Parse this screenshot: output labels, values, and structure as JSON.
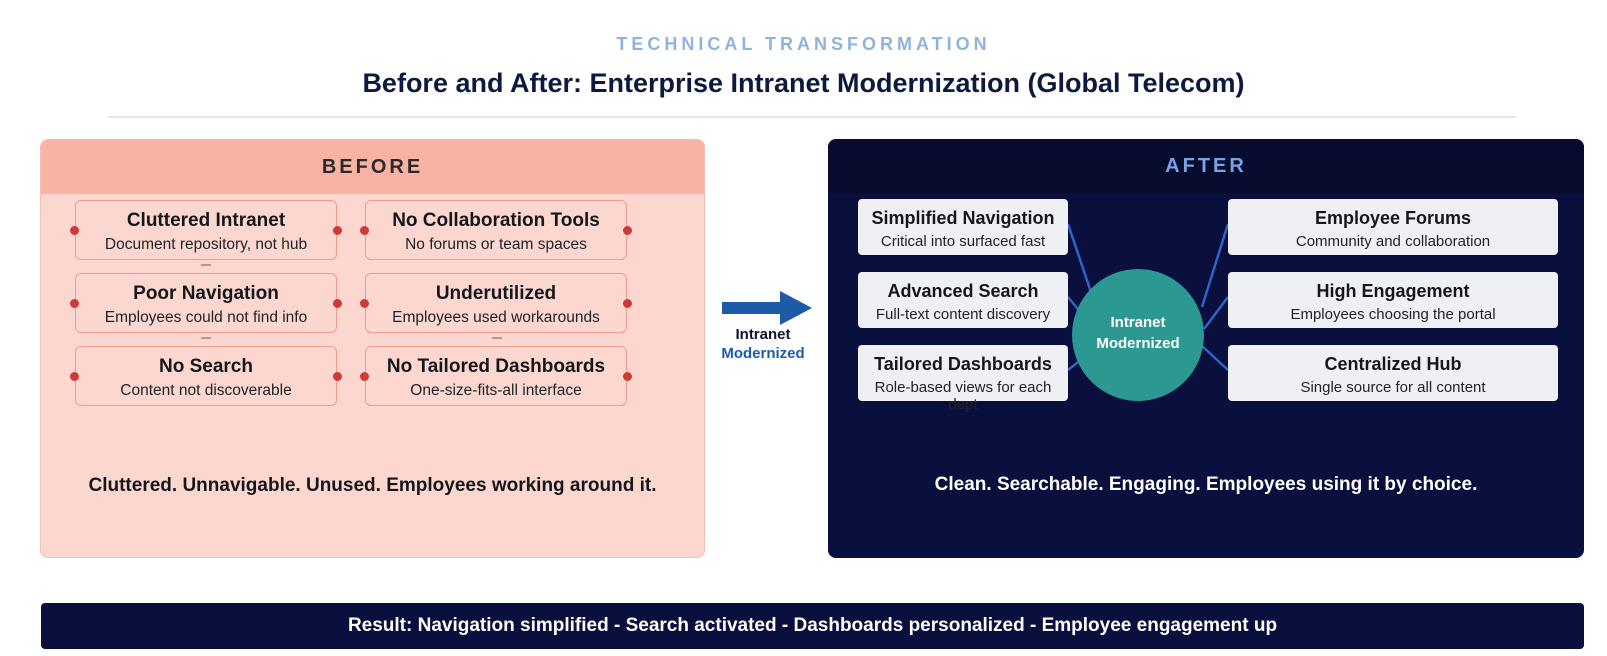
{
  "header": {
    "eyebrow": "TECHNICAL TRANSFORMATION",
    "title": "Before and After: Enterprise Intranet Modernization (Global Telecom)"
  },
  "before": {
    "label": "BEFORE",
    "boxes": [
      {
        "title": "Cluttered Intranet",
        "subtitle": "Document repository, not hub"
      },
      {
        "title": "No Collaboration Tools",
        "subtitle": "No forums or team spaces"
      },
      {
        "title": "Poor Navigation",
        "subtitle": "Employees could not find info"
      },
      {
        "title": "Underutilized",
        "subtitle": "Employees used workarounds"
      },
      {
        "title": "No Search",
        "subtitle": "Content not discoverable"
      },
      {
        "title": "No Tailored Dashboards",
        "subtitle": "One-size-fits-all interface"
      }
    ],
    "caption": "Cluttered. Unnavigable. Unused. Employees working around it."
  },
  "transition": {
    "line1": "Intranet",
    "line2": "Modernized"
  },
  "after": {
    "label": "AFTER",
    "left_boxes": [
      {
        "title": "Simplified Navigation",
        "subtitle": "Critical into surfaced fast"
      },
      {
        "title": "Advanced Search",
        "subtitle": "Full-text content discovery"
      },
      {
        "title": "Tailored Dashboards",
        "subtitle": "Role-based views for each dept"
      }
    ],
    "right_boxes": [
      {
        "title": "Employee Forums",
        "subtitle": "Community and collaboration"
      },
      {
        "title": "High Engagement",
        "subtitle": "Employees choosing the portal"
      },
      {
        "title": "Centralized Hub",
        "subtitle": "Single source for all content"
      }
    ],
    "hub": {
      "line1": "Intranet",
      "line2": "Modernized"
    },
    "caption": "Clean. Searchable. Engaging. Employees using it by choice."
  },
  "result": "Result: Navigation simplified - Search activated - Dashboards personalized - Employee engagement up",
  "colors": {
    "before_bg": "#fcd7cf",
    "before_header": "#f9b3a5",
    "before_border": "#ef9b8e",
    "before_dot": "#cc3a3a",
    "after_bg": "#0a0f3d",
    "after_label": "#7aa2e6",
    "hub": "#2b9892",
    "connector": "#2f64c9",
    "arrow": "#1d5aa8",
    "eyebrow": "#8fb4dc"
  },
  "icons": {
    "transition_arrow": "arrow-right-icon"
  }
}
